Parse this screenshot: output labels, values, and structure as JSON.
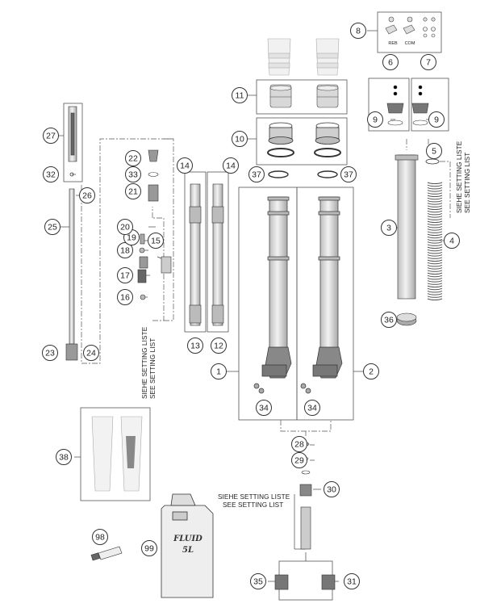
{
  "callouts": {
    "c1": "1",
    "c2": "2",
    "c3": "3",
    "c4": "4",
    "c5": "5",
    "c6": "6",
    "c7": "7",
    "c8": "8",
    "c9a": "9",
    "c9b": "9",
    "c10": "10",
    "c11": "11",
    "c12": "12",
    "c13": "13",
    "c14a": "14",
    "c14b": "14",
    "c15": "15",
    "c16": "16",
    "c17": "17",
    "c18": "18",
    "c19": "19",
    "c20": "20",
    "c21": "21",
    "c22": "22",
    "c23": "23",
    "c24": "24",
    "c25": "25",
    "c26": "26",
    "c27": "27",
    "c28": "28",
    "c29": "29",
    "c30": "30",
    "c31": "31",
    "c32": "32",
    "c33": "33",
    "c34a": "34",
    "c34b": "34",
    "c35": "35",
    "c36": "36",
    "c37a": "37",
    "c37b": "37",
    "c38": "38",
    "c98": "98",
    "c99": "99"
  },
  "notes": {
    "setting_de": "SIEHE SETTING LISTE",
    "setting_en": "SEE SETTING LIST"
  },
  "labels": {
    "reb": "REB",
    "com": "COM",
    "fluid": "FLUID",
    "fluid_volume": "5L"
  },
  "colors": {
    "line": "#333333",
    "part_fill": "#e6e6e6",
    "part_dark": "#9a9a9a",
    "box_stroke": "#555555"
  }
}
